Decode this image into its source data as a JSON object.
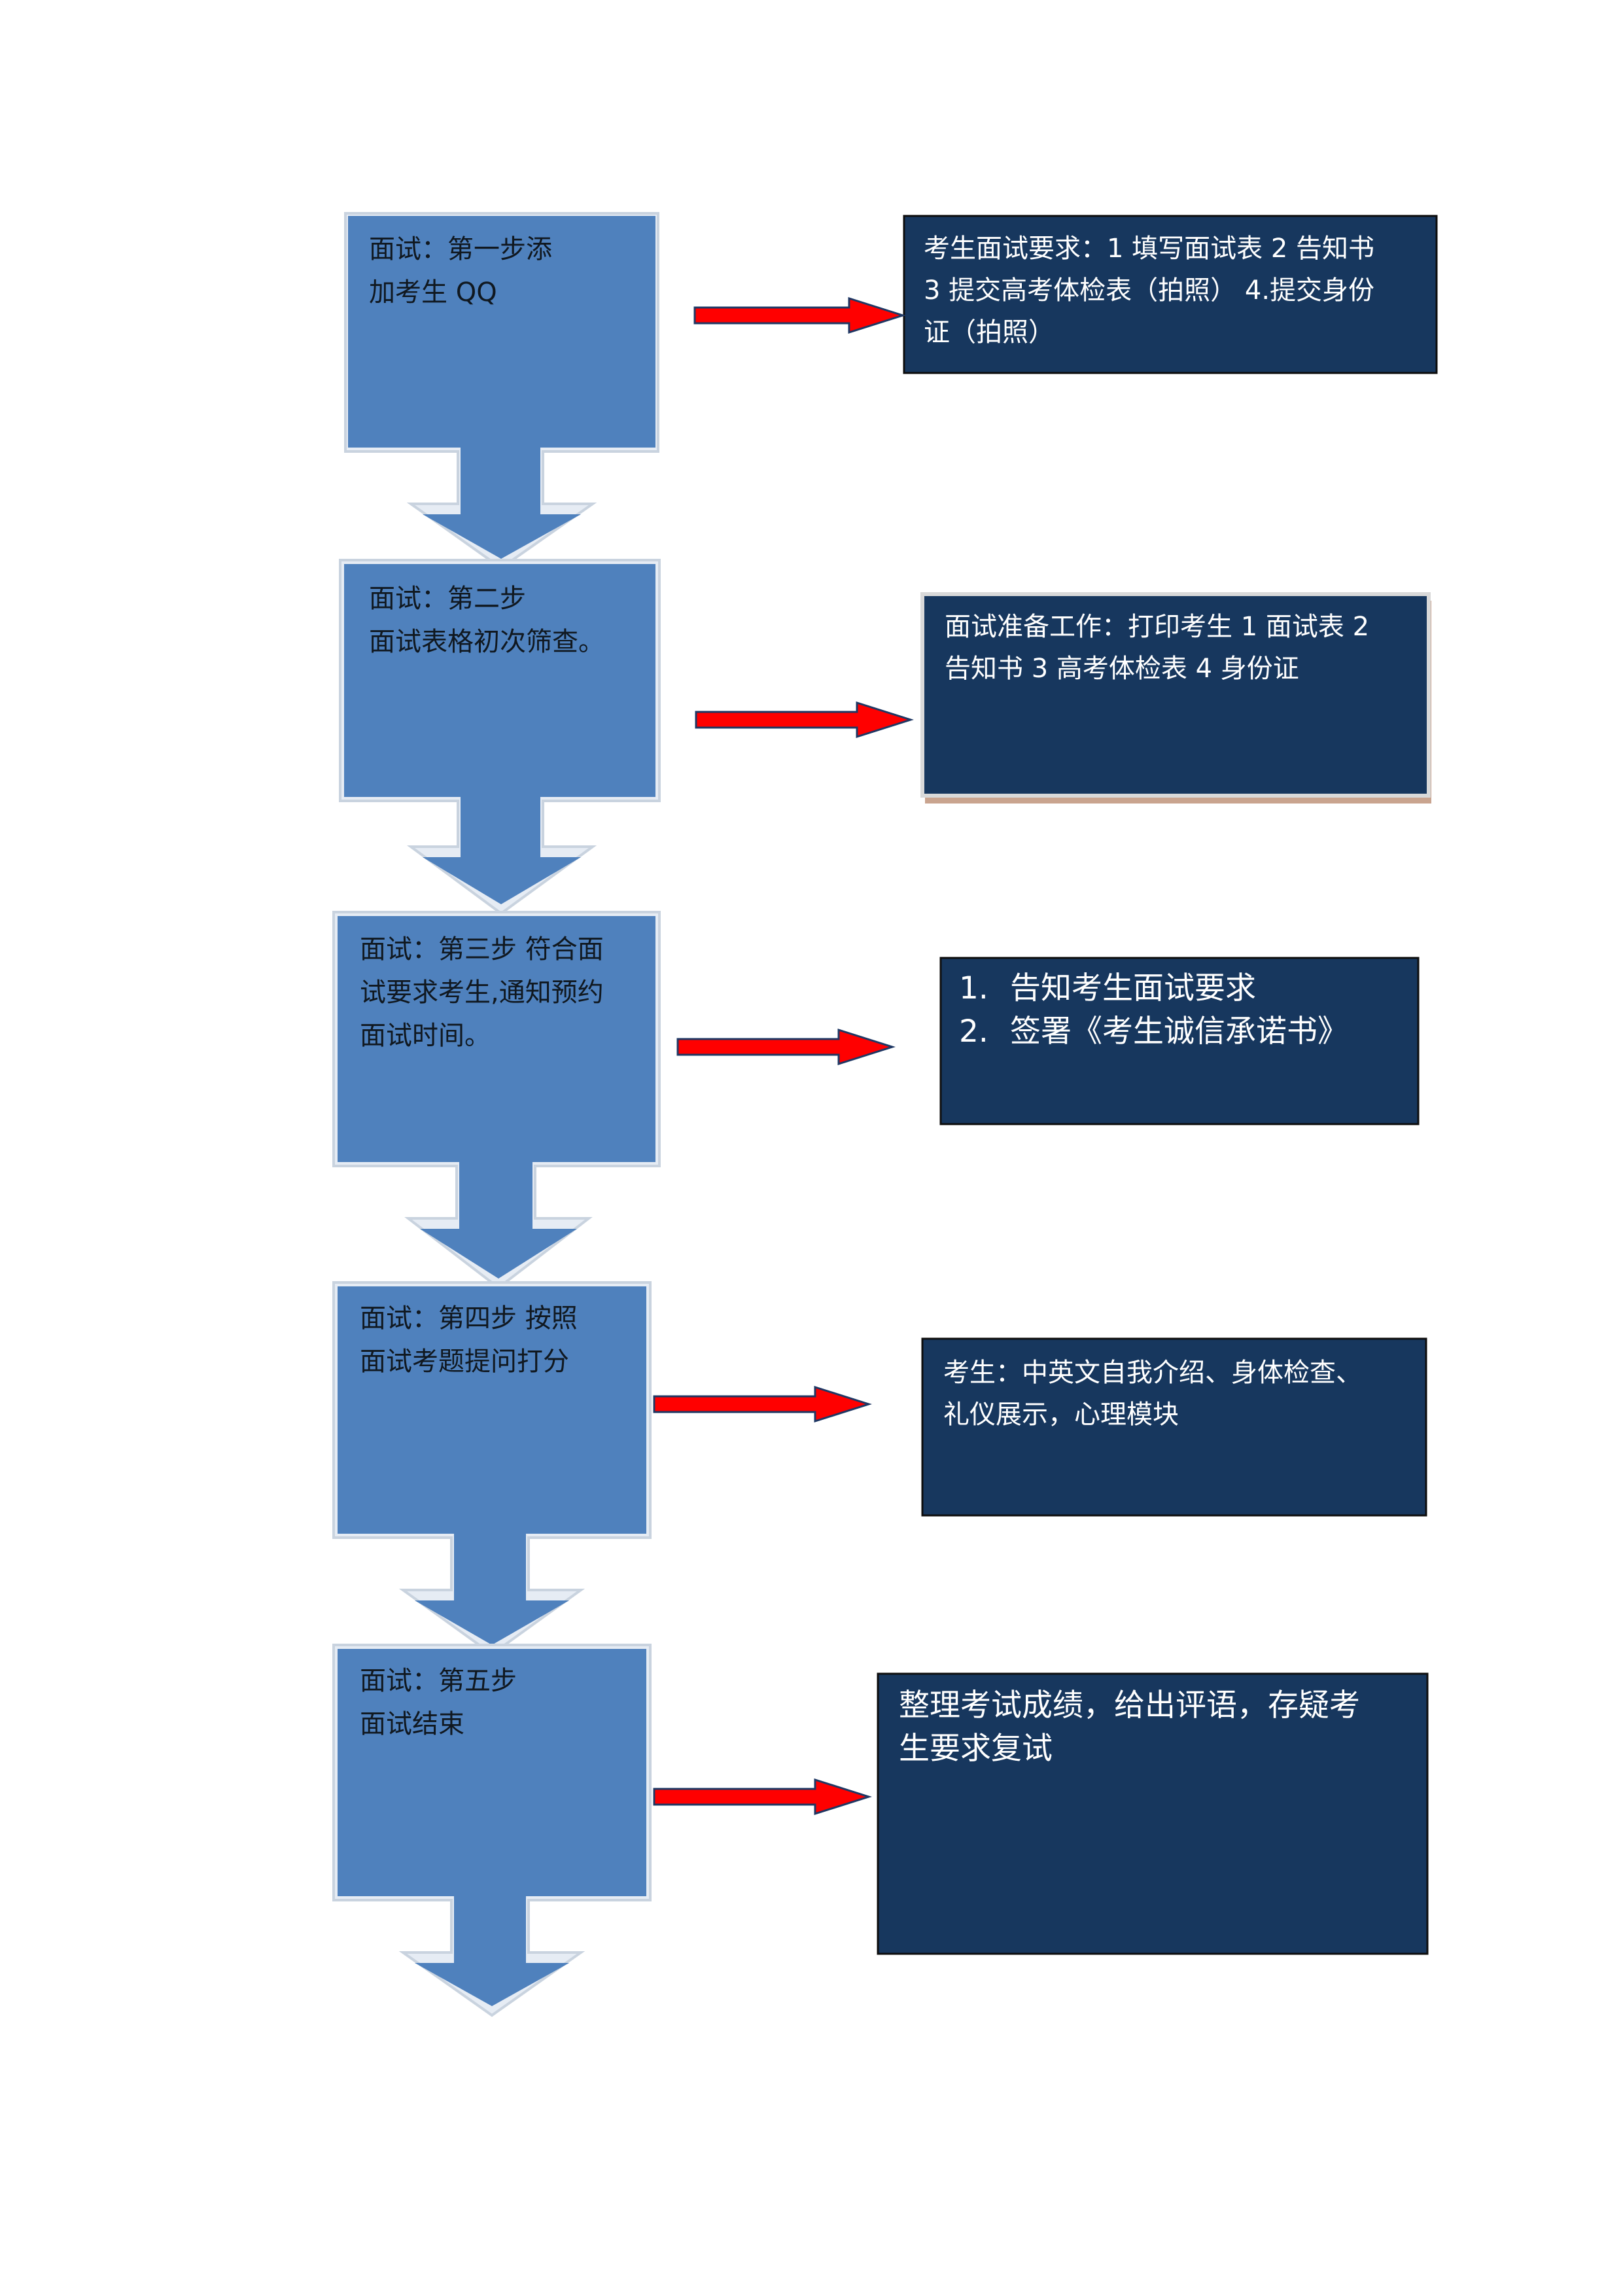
{
  "steps": [
    {
      "left_text": [
        "面试：第一步添",
        "加考生 QQ"
      ],
      "right_text": [
        "考生面试要求：1 填写面试表  2 告知书",
        "3 提交高考体检表（拍照）  4.提交身份",
        "证（拍照）"
      ]
    },
    {
      "left_text": [
        "面试：第二步",
        "面试表格初次筛查。"
      ],
      "right_text": [
        "面试准备工作：打印考生 1 面试表 2",
        "告知书 3 高考体检表 4 身份证"
      ]
    },
    {
      "left_text": [
        "面试：第三步  符合面",
        "试要求考生,通知预约",
        "面试时间。"
      ],
      "right_list": [
        {
          "num": "1.",
          "text": "告知考生面试要求"
        },
        {
          "num": "2.",
          "text": "签署《考生诚信承诺书》"
        }
      ]
    },
    {
      "left_text": [
        "面试：第四步    按照",
        "面试考题提问打分"
      ],
      "right_text": [
        "考生：中英文自我介绍、身体检查、",
        "礼仪展示，心理模块"
      ]
    },
    {
      "left_text": [
        "面试：第五步",
        "面试结束"
      ],
      "right_text": [
        "整理考试成绩，给出评语，存疑考",
        "生要求复试"
      ]
    }
  ],
  "colors": {
    "step_fill": "#4f81bd",
    "step_frame": "#e6ecf4",
    "detail_fill": "#17375e",
    "detail_border": "#0d0d0d",
    "arrow_fill": "#ff0000",
    "arrow_outline": "#1f3864"
  }
}
